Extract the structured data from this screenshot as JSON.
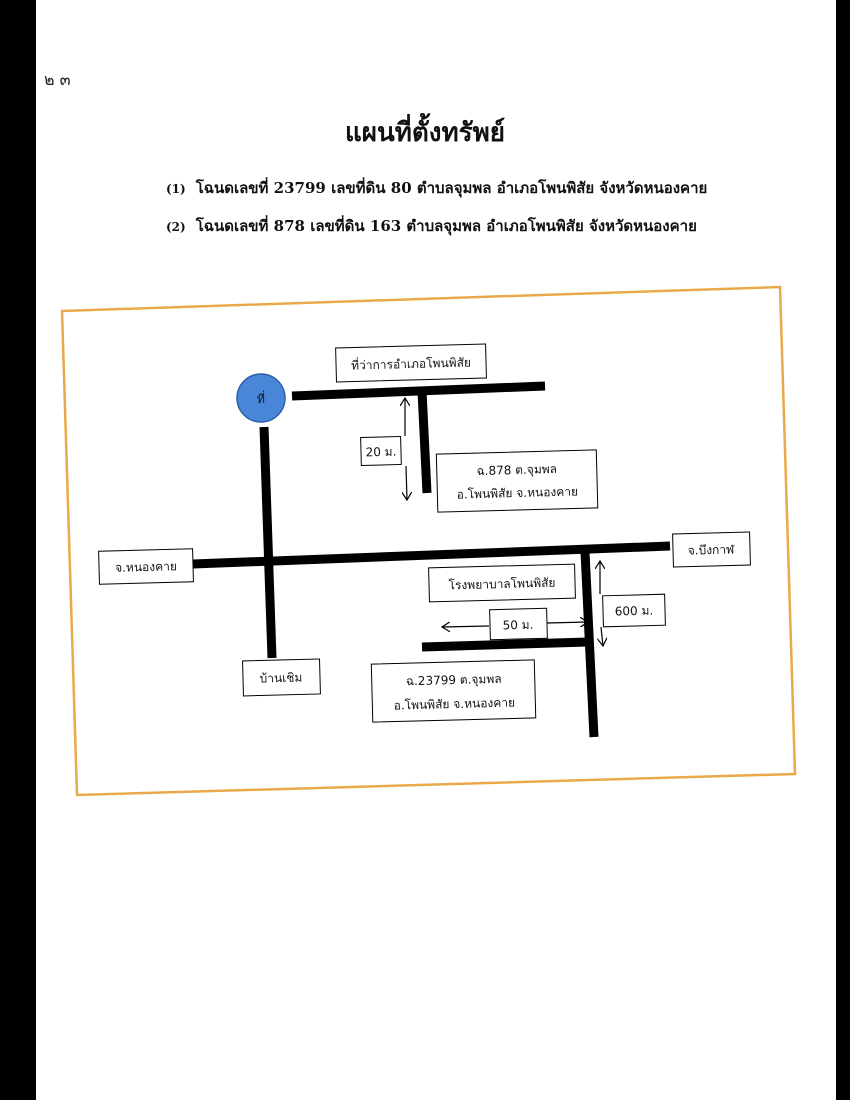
{
  "page_mark": "๒ ๓",
  "title": "แผนที่ตั้งทรัพย์",
  "deeds": [
    {
      "num": "(1)",
      "text": "โฉนดเลขที่ 23799 เลขที่ดิน 80 ตำบลจุมพล อำเภอโพนพิสัย จังหวัดหนองคาย"
    },
    {
      "num": "(2)",
      "text": "โฉนดเลขที่ 878 เลขที่ดิน 163 ตำบลจุมพล อำเภอโพนพิสัย จังหวัดหนองคาย"
    }
  ],
  "map": {
    "circle_label": "ที่",
    "district_office": "ที่ว่าการอำเภอโพนพิสัย",
    "dist_20": "20 ม.",
    "deed_878_line1": "ฉ.878 ต.จุมพล",
    "deed_878_line2": "อ.โพนพิสัย จ.หนองคาย",
    "nongkhai": "จ.หนองคาย",
    "bueng_kan": "จ.บึงกาฬ",
    "hospital": "โรงพยาบาลโพนพิสัย",
    "dist_50": "50 ม.",
    "dist_600": "600 ม.",
    "ban_choem": "บ้านเชิม",
    "deed_23799_line1": "ฉ.23799 ต.จุมพล",
    "deed_23799_line2": "อ.โพนพิสัย จ.หนองคาย",
    "colors": {
      "frame": "#e9a94b",
      "circle": "#4a86d8",
      "road": "#000000"
    }
  }
}
